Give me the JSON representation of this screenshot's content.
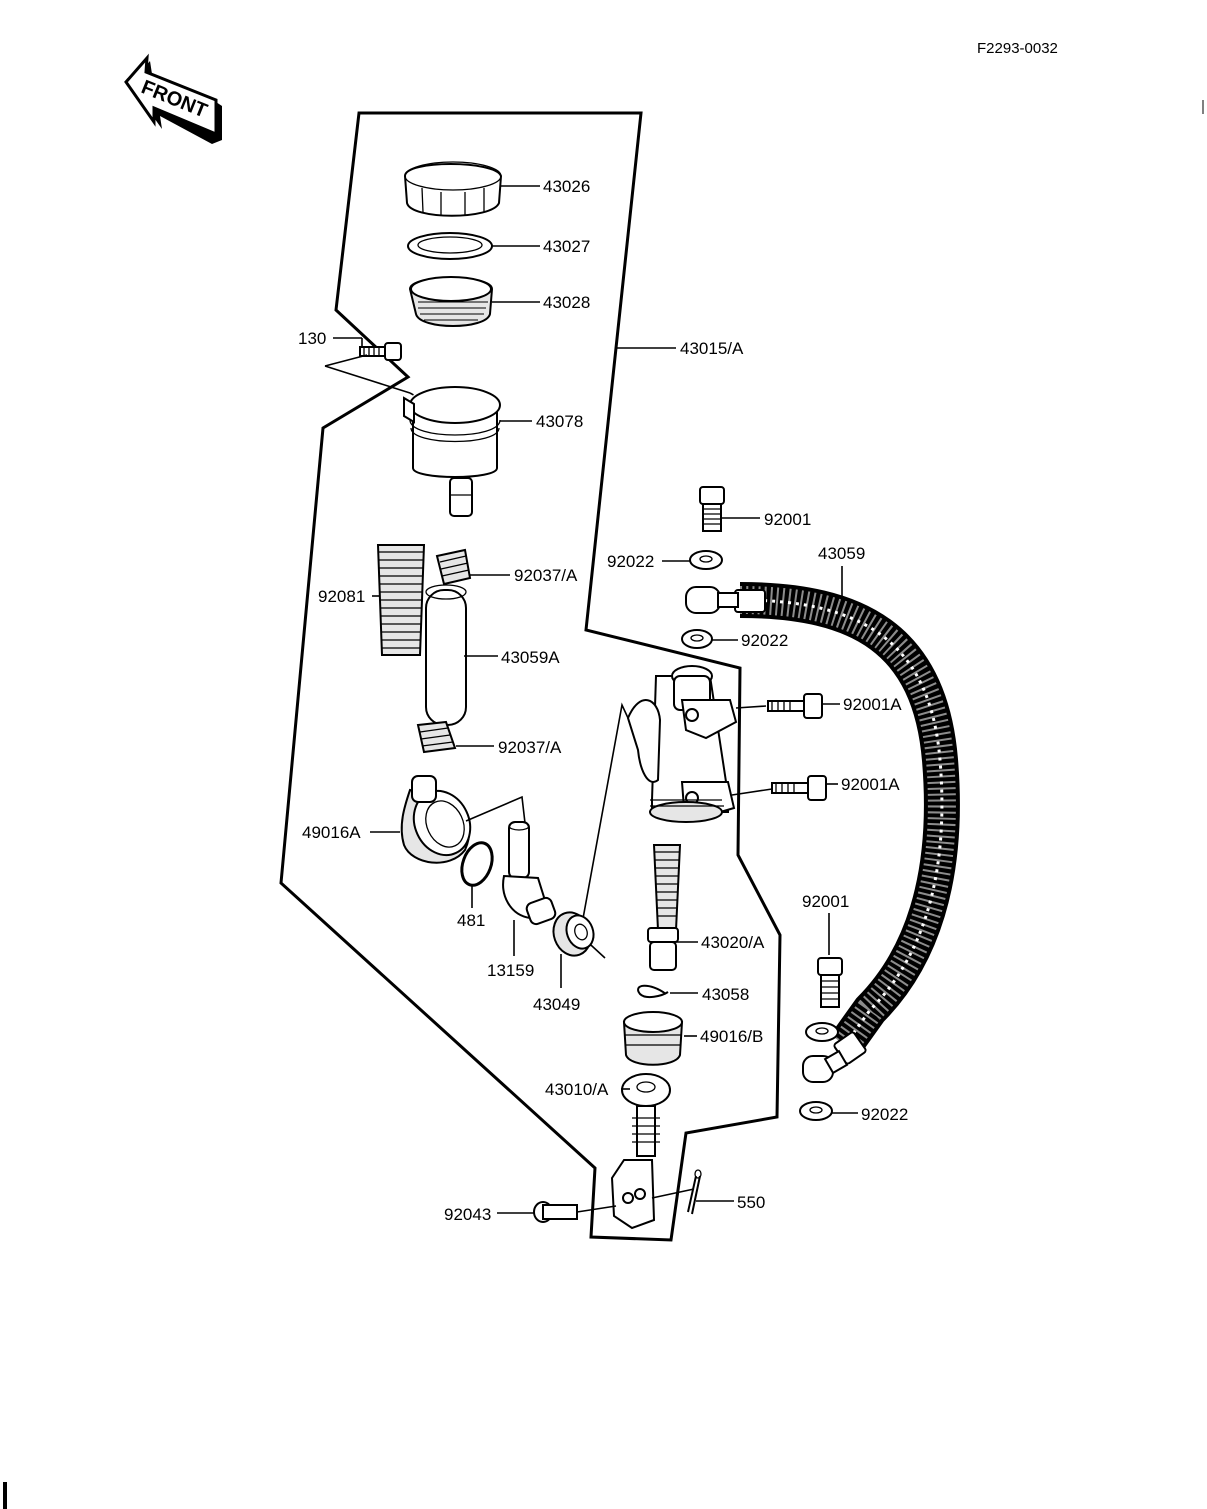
{
  "diagram_code": "F2293-0032",
  "front_arrow_label": "FRONT",
  "parts": {
    "p43026": "43026",
    "p43027": "43027",
    "p43028": "43028",
    "p130": "130",
    "p43015A": "43015/A",
    "p43078": "43078",
    "p92001_top": "92001",
    "p92022_a": "92022",
    "p43059": "43059",
    "p92081": "92081",
    "p92037A_top": "92037/A",
    "p92022_b": "92022",
    "p43059A": "43059A",
    "p92001A_top": "92001A",
    "p92037A_bottom": "92037/A",
    "p92001A_bottom": "92001A",
    "p49016A": "49016A",
    "p481": "481",
    "p92001_right": "92001",
    "p43020A": "43020/A",
    "p13159": "13159",
    "p43049": "43049",
    "p43058": "43058",
    "p49016B": "49016/B",
    "p43010A": "43010/A",
    "p92022_c": "92022",
    "p92043": "92043",
    "p550": "550"
  }
}
